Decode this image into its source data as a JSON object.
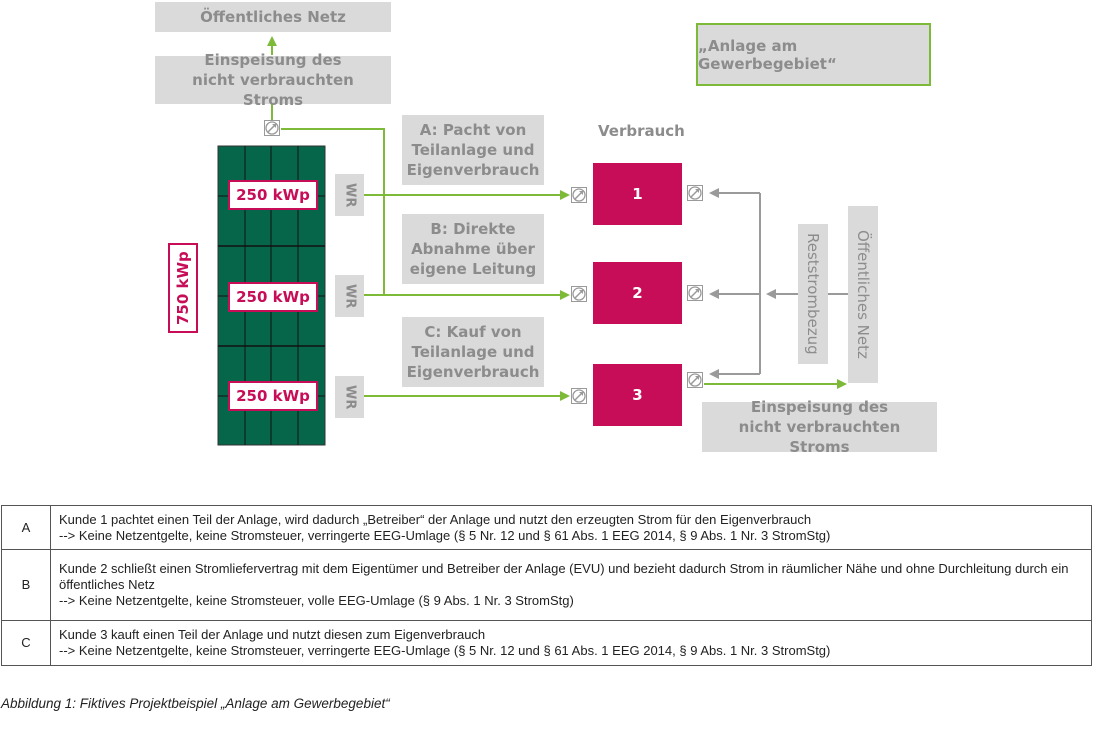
{
  "colors": {
    "green_line": "#7cba37",
    "gray_line": "#9a9a9a",
    "magenta": "#c70c58",
    "panel_green": "#05664a",
    "box_gray": "#dadada",
    "text_gray": "#8c8c8c"
  },
  "diagram": {
    "grid_top_label": "Öffentliches Netz",
    "feed_in_top_label": "Einspeisung des nicht verbrauchten Stroms",
    "project_title": "„Anlage am Gewerbegebiet“",
    "total_capacity": "750 kWp",
    "sections": [
      {
        "capacity": "250 kWp",
        "inverter": "WR"
      },
      {
        "capacity": "250 kWp",
        "inverter": "WR"
      },
      {
        "capacity": "250 kWp",
        "inverter": "WR"
      }
    ],
    "options": [
      {
        "label": "A: Pacht von Teilanlage und Eigenverbrauch"
      },
      {
        "label": "B: Direkte Abnahme über eigene Leitung"
      },
      {
        "label": "C: Kauf von Teilanlage und Eigenverbrauch"
      }
    ],
    "consumption_heading": "Verbrauch",
    "consumers": [
      "1",
      "2",
      "3"
    ],
    "residual_supply_label": "Reststrombezug",
    "grid_right_label": "Öffentliches Netz",
    "feed_in_bottom_label": "Einspeisung des nicht verbrauchten Stroms"
  },
  "table": {
    "rows": [
      {
        "key": "A",
        "lines": [
          "Kunde 1 pachtet einen Teil der Anlage, wird dadurch „Betreiber“ der Anlage und nutzt den erzeugten Strom für den Eigenverbrauch",
          "--> Keine Netzentgelte, keine Stromsteuer, verringerte EEG-Umlage (§ 5 Nr. 12 und § 61 Abs. 1 EEG 2014, § 9 Abs. 1 Nr. 3 StromStg)"
        ]
      },
      {
        "key": "B",
        "lines": [
          "Kunde 2 schließt einen Stromliefervertrag mit dem Eigentümer und Betreiber der Anlage (EVU) und bezieht dadurch Strom in räumlicher Nähe und ohne Durchleitung durch ein öffentliches Netz",
          "--> Keine Netzentgelte, keine Stromsteuer, volle EEG-Umlage (§ 9 Abs. 1 Nr. 3 StromStg)"
        ]
      },
      {
        "key": "C",
        "lines": [
          "Kunde 3 kauft einen Teil der Anlage und nutzt diesen zum Eigenverbrauch",
          "--> Keine Netzentgelte, keine Stromsteuer, verringerte EEG-Umlage (§ 5 Nr. 12 und § 61 Abs. 1 EEG 2014, § 9 Abs. 1 Nr. 3 StromStg)"
        ]
      }
    ]
  },
  "caption": "Abbildung 1: Fiktives Projektbeispiel „Anlage am Gewerbegebiet“"
}
